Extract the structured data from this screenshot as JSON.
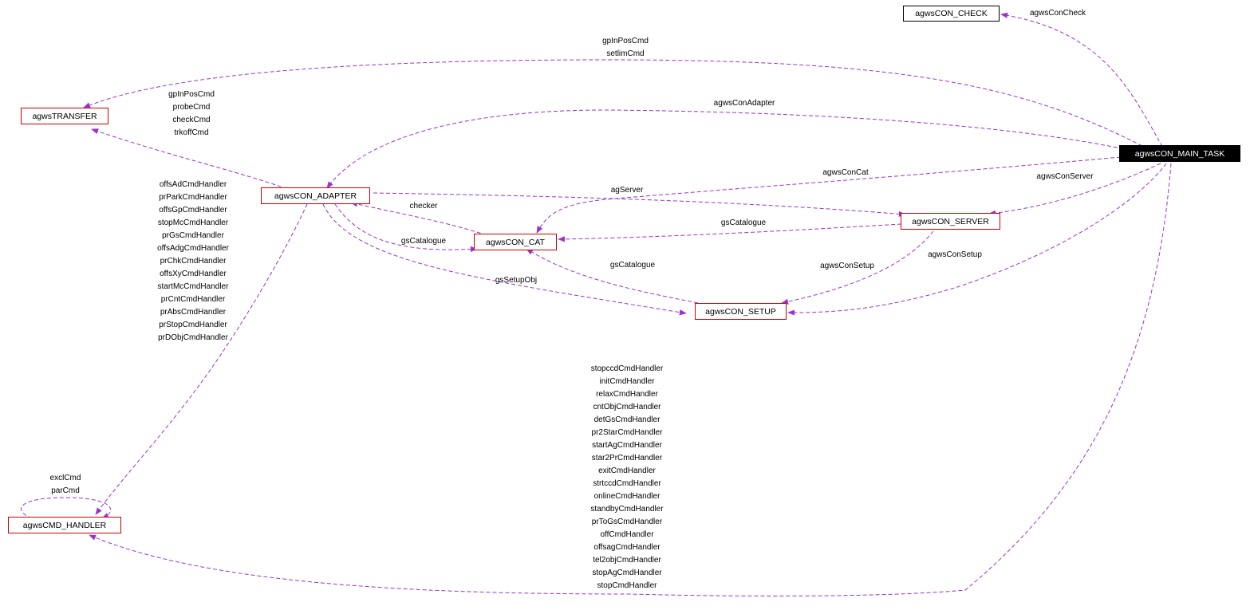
{
  "nodes": {
    "check": "agwsCON_CHECK",
    "main_task": "agwsCON_MAIN_TASK",
    "transfer": "agwsTRANSFER",
    "adapter": "agwsCON_ADAPTER",
    "cat": "agwsCON_CAT",
    "server": "agwsCON_SERVER",
    "setup": "agwsCON_SETUP",
    "cmd_handler": "agwsCMD_HANDLER"
  },
  "labels": {
    "conCheck": [
      "agwsConCheck"
    ],
    "mainToTransfer": [
      "gpInPosCmd",
      "setlimCmd"
    ],
    "adapterToTransfer": [
      "gpInPosCmd",
      "probeCmd",
      "checkCmd",
      "trkoffCmd"
    ],
    "conAdapter": [
      "agwsConAdapter"
    ],
    "conCat": [
      "agwsConCat"
    ],
    "conServer": [
      "agwsConServer"
    ],
    "agServer": [
      "agServer"
    ],
    "checker": [
      "checker"
    ],
    "gsCatalogueAdapter": [
      "gsCatalogue"
    ],
    "gsCatalogueServer": [
      "gsCatalogue"
    ],
    "gsCatalogueSetup": [
      "gsCatalogue"
    ],
    "gsSetupObj": [
      "gsSetupObj"
    ],
    "conSetupServer": [
      "agwsConSetup"
    ],
    "conSetupMain": [
      "agwsConSetup"
    ],
    "adapterHandlers": [
      "offsAdCmdHandler",
      "prParkCmdHandler",
      "offsGpCmdHandler",
      "stopMcCmdHandler",
      "prGsCmdHandler",
      "offsAdgCmdHandler",
      "prChkCmdHandler",
      "offsXyCmdHandler",
      "startMcCmdHandler",
      "prCntCmdHandler",
      "prAbsCmdHandler",
      "prStopCmdHandler",
      "prDObjCmdHandler"
    ],
    "selfLoop": [
      "exclCmd",
      "parCmd"
    ],
    "mainHandlers": [
      "stopccdCmdHandler",
      "initCmdHandler",
      "relaxCmdHandler",
      "cntObjCmdHandler",
      "detGsCmdHandler",
      "pr2StarCmdHandler",
      "startAgCmdHandler",
      "star2PrCmdHandler",
      "exitCmdHandler",
      "strtccdCmdHandler",
      "onlineCmdHandler",
      "standbyCmdHandler",
      "prToGsCmdHandler",
      "offCmdHandler",
      "offsagCmdHandler",
      "tel2objCmdHandler",
      "stopAgCmdHandler",
      "stopCmdHandler"
    ]
  },
  "colors": {
    "edge": "#9a32cd",
    "node_border": "#cc0000",
    "main_fill": "#000000"
  }
}
